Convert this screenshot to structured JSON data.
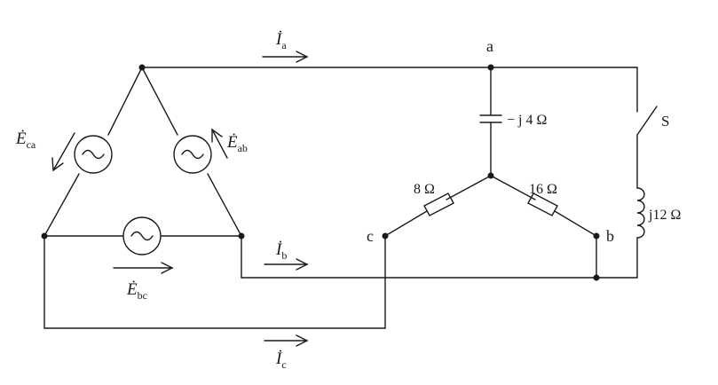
{
  "nodes": {
    "a": "a",
    "b": "b",
    "c": "c"
  },
  "currents": {
    "ia": {
      "symbol": "İ",
      "sub": "a"
    },
    "ib": {
      "symbol": "İ",
      "sub": "b"
    },
    "ic": {
      "symbol": "İ",
      "sub": "c"
    }
  },
  "sources": {
    "eca": {
      "symbol": "Ė",
      "sub": "ca"
    },
    "eab": {
      "symbol": "Ė",
      "sub": "ab"
    },
    "ebc": {
      "symbol": "Ė",
      "sub": "bc"
    }
  },
  "components": {
    "capacitor": "− j 4 Ω",
    "r_left": "8 Ω",
    "r_right": "16 Ω",
    "inductor": "j12 Ω",
    "switch": "S"
  }
}
